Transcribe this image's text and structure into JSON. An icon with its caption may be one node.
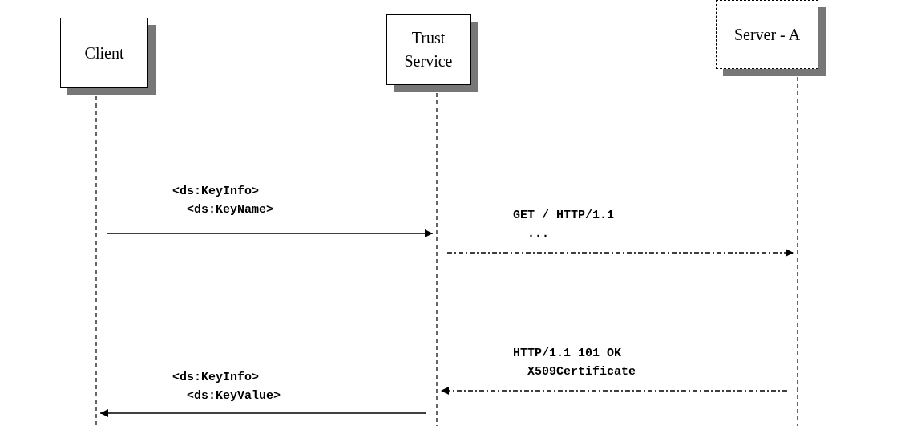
{
  "diagram": {
    "nodes": [
      {
        "text": [
          "Client"
        ]
      },
      {
        "text": [
          "Trust Service"
        ]
      },
      {
        "text": [
          "Server - A"
        ]
      }
    ],
    "edges": [
      {
        "from": 0,
        "to": 1,
        "arrow": "to",
        "label": "<ds:KeyInfo> <ds:KeyName>"
      },
      {
        "from": 1,
        "to": 2,
        "arrow": "to",
        "style": "dashed",
        "label": "GET / HTTP/1.1 ..."
      },
      {
        "from": 2,
        "to": 1,
        "arrow": "to",
        "style": "dashed",
        "label": "HTTP/1.1 101 OK X509Certificate"
      },
      {
        "from": 1,
        "to": 0,
        "arrow": "to",
        "label": "<ds:KeyInfo> <ds:KeyValue>"
      }
    ]
  }
}
